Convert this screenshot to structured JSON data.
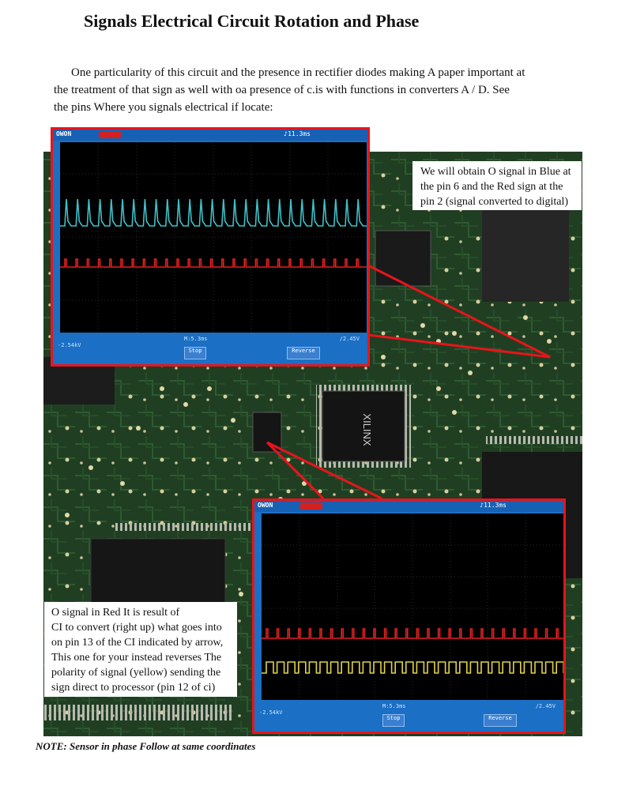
{
  "page": {
    "title": "Signals Electrical Circuit Rotation and Phase",
    "intro_lines": [
      "One particularity of this circuit and the presence in rectifier diodes making A paper important at",
      "the  treatment of that sign as well with oa presence of c.is with functions in  converters  A / D. See",
      "the pins  Where  you signals electrical if locate:"
    ],
    "footer_note": "NOTE: Sensor in phase Follow at same coordinates"
  },
  "figure": {
    "chip_label": "XILINX",
    "top_note_lines": [
      "We will obtain O signal in Blue at",
      "the  pin 6 and the Red sign at the",
      "pin 2 (signal converted to  digital)"
    ],
    "bottom_note_lines": [
      "O signal in Red It is result of",
      "CI to convert  (right up) what goes into",
      " on pin 13 of the CI indicated by arrow,",
      " This one for your instead reverses The",
      "polarity  of signal (yellow) sending the",
      "sign  direct to processor  (pin 12 of ci)"
    ],
    "colors": {
      "frame": "#e8141c",
      "scope_body": "#1b6fc4",
      "trace_blue": "#3fc0c8",
      "trace_red": "#e02020",
      "trace_yellow": "#e0d24a",
      "board": "#1d3a1f"
    }
  },
  "scopes": [
    {
      "brand": "OWON",
      "sample_rate": "♪11.3ms",
      "timebase": "M:5.3ms",
      "trigger": "/2.45V",
      "ch_volts": "-2.54kV",
      "stop_label": "Stop",
      "reverse_label": "Reverse"
    },
    {
      "brand": "OWON",
      "sample_rate": "♪11.3ms",
      "timebase": "M:5.3ms",
      "trigger": "/2.45V",
      "ch_volts": "-2.54kV",
      "stop_label": "Stop",
      "reverse_label": "Reverse"
    }
  ]
}
